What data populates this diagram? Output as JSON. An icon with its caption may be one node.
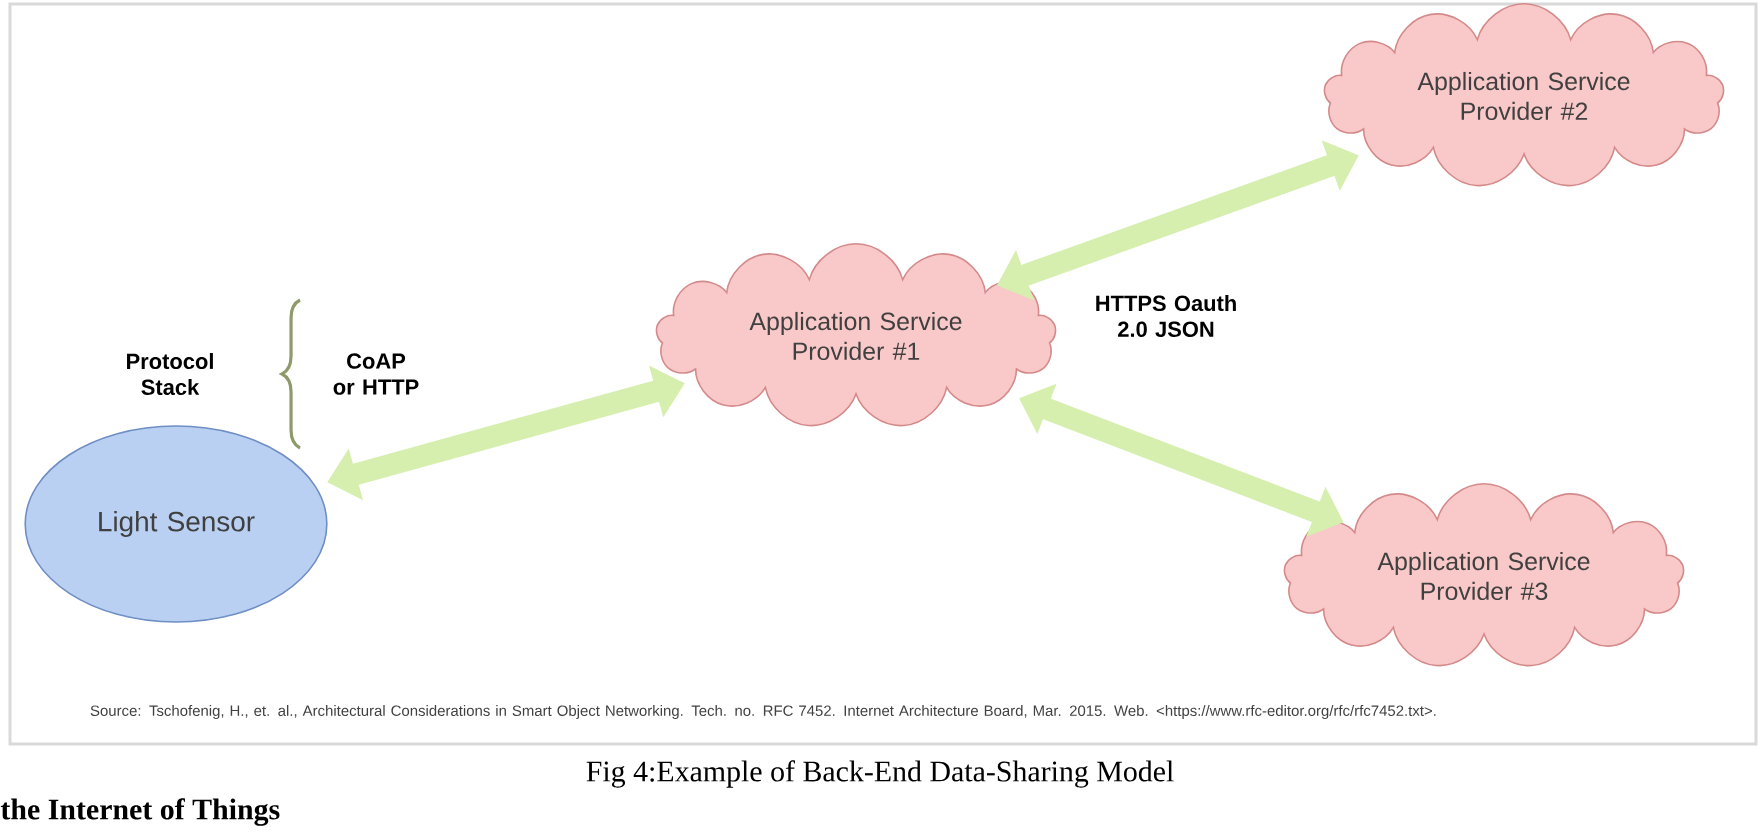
{
  "diagram": {
    "caption": "Fig 4:Example of Back-End Data-Sharing Model",
    "nodes": [
      {
        "text": [
          "Light Sensor"
        ]
      },
      {
        "text": [
          "Application Service Provider #1"
        ]
      },
      {
        "text": [
          "Application Service Provider #2"
        ]
      },
      {
        "text": [
          "Application Service Provider #3"
        ]
      }
    ],
    "edges": [
      {
        "from": 0,
        "to": 1,
        "arrow": "both"
      },
      {
        "from": 1,
        "to": 2,
        "arrow": "both"
      },
      {
        "from": 1,
        "to": 3,
        "arrow": "both"
      }
    ],
    "labels": [
      "Protocol Stack",
      "CoAP or HTTP",
      "HTTPS Oauth 2.0 JSON",
      "Source: Tschofenig, H., et. al., Architectural Considerations in Smart Object Networking. Tech. no. RFC 7452. Internet Architecture Board, Mar. 2015. Web. <https://www.rfc-editor.org/rfc/rfc7452.txt>.",
      "the Internet of Things"
    ]
  }
}
